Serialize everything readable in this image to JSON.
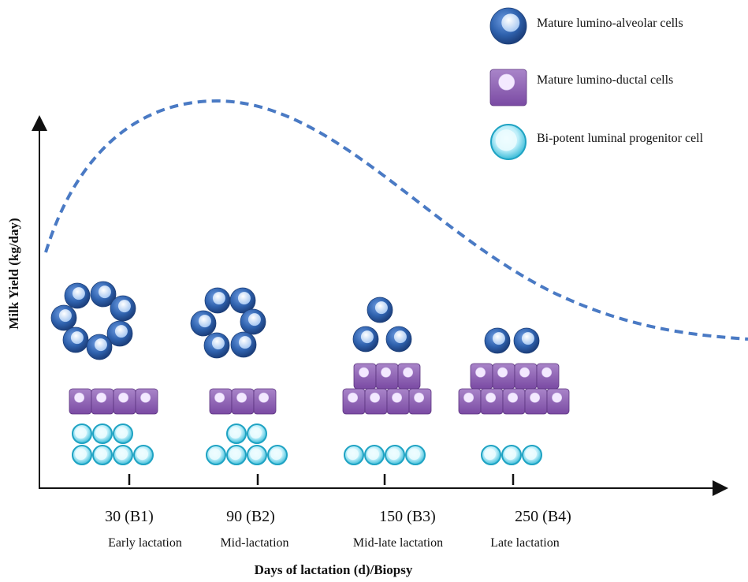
{
  "axes": {
    "y_label": "Milk Yield (kg/day)",
    "x_label": "Days of lactation (d)/Biopsy"
  },
  "legend": [
    {
      "cell": "alveolar",
      "icon": "blue-sphere-icon",
      "label": "Mature lumino-alveolar cells"
    },
    {
      "cell": "ductal",
      "icon": "purple-block-icon",
      "label": "Mature lumino-ductal cells"
    },
    {
      "cell": "progenitor",
      "icon": "cyan-ring-icon",
      "label": "Bi-potent luminal progenitor cell"
    }
  ],
  "stages": [
    {
      "day": "30 (B1)",
      "phase": "Early lactation"
    },
    {
      "day": "90 (B2)",
      "phase": "Mid-lactation"
    },
    {
      "day": "150 (B3)",
      "phase": "Mid-late lactation"
    },
    {
      "day": "250 (B4)",
      "phase": "Late lactation"
    }
  ],
  "colors": {
    "curve": "#4a7ac4",
    "alveolar": "#2d5fa8",
    "ductal": "#8a5ab0",
    "progenitor": "#3bbcd8"
  }
}
